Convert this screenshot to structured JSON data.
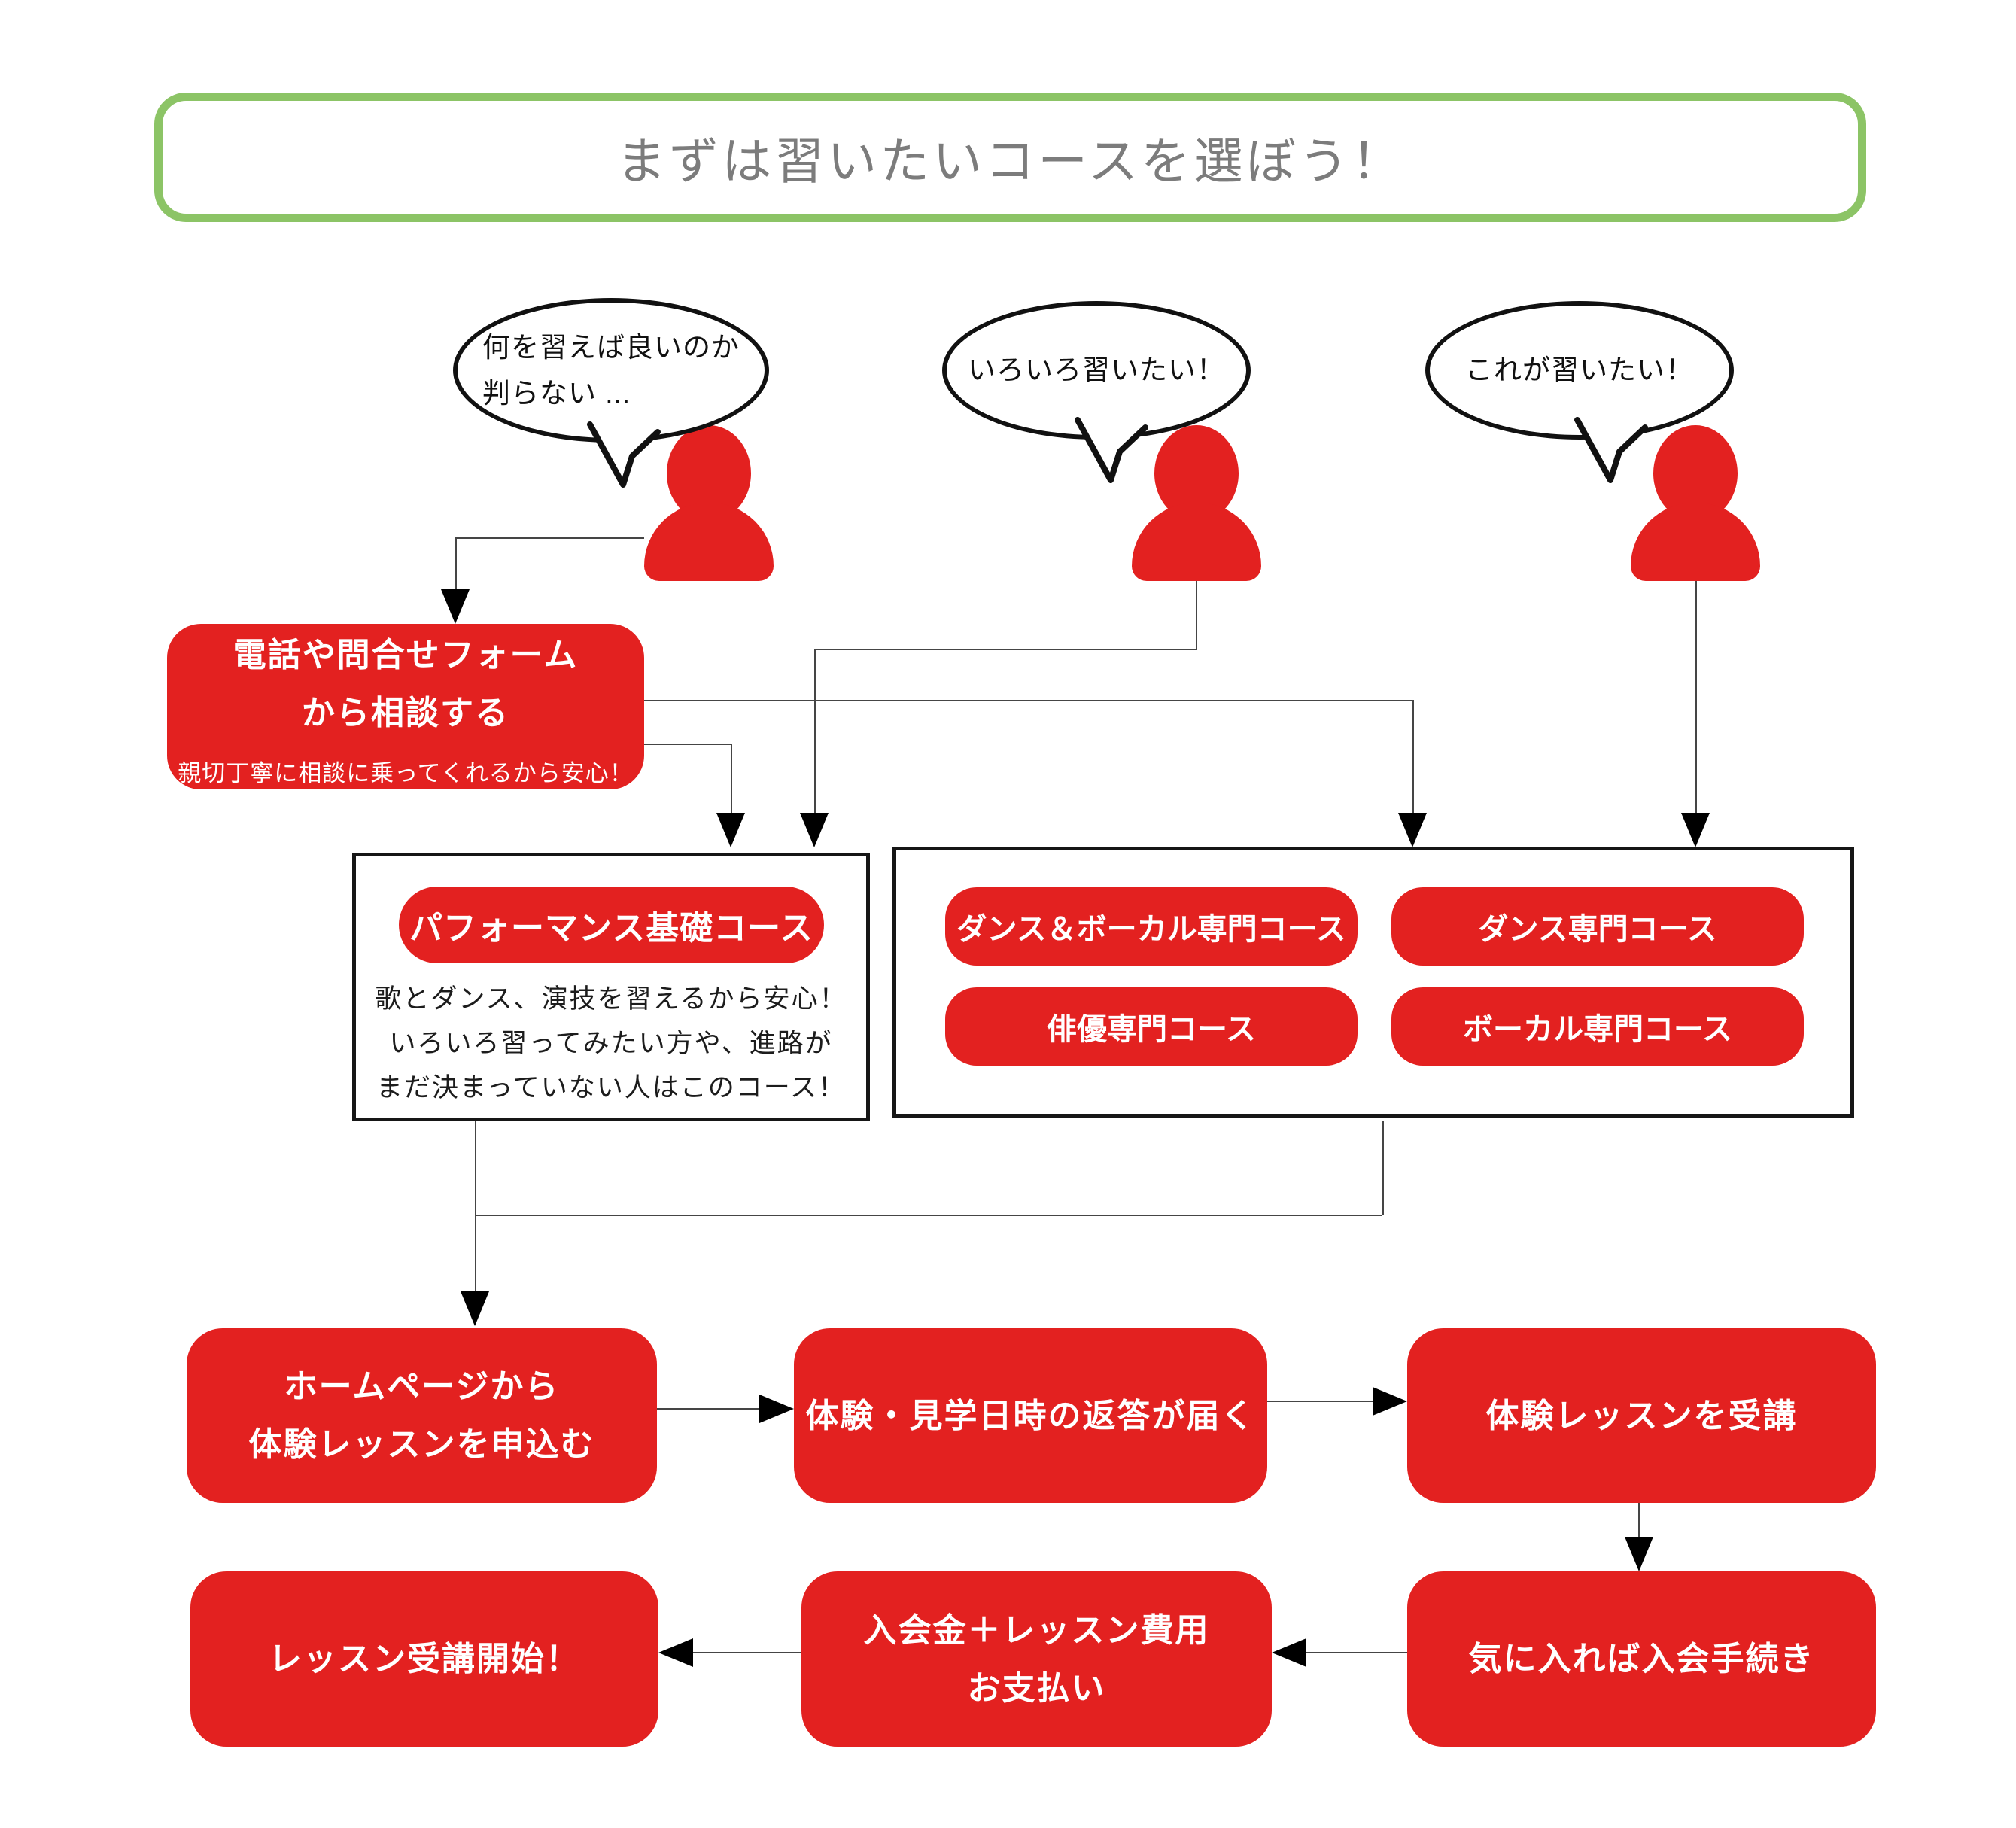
{
  "title": "まずは習いたいコースを選ぼう！",
  "speech_bubbles": [
    {
      "lines": [
        "何を習えば良いのか",
        "判らない ..."
      ]
    },
    {
      "lines": [
        "いろいろ習いたい！"
      ]
    },
    {
      "lines": [
        "これが習いたい！"
      ]
    }
  ],
  "consult": {
    "title_line1": "電話や問合せフォーム",
    "title_line2": "から相談する",
    "note": "親切丁寧に相談に乗ってくれるから安心！"
  },
  "basic_course": {
    "button_label": "パフォーマンス基礎コース",
    "description_lines": [
      "歌とダンス、演技を習えるから安心！",
      "いろいろ習ってみたい方や、進路が",
      "まだ決まっていない人はこのコース！"
    ]
  },
  "special_courses": {
    "button_labels": [
      "ダンス＆ボーカル専門コース",
      "ダンス専門コース",
      "俳優専門コース",
      "ボーカル専門コース"
    ]
  },
  "steps": {
    "apply_line1": "ホームページから",
    "apply_line2": "体験レッスンを申込む",
    "reply": "体験・見学日時の返答が届く",
    "attend": "体験レッスンを受講",
    "procedure": "気に入れば入会手続き",
    "payment_line1": "入会金＋レッスン費用",
    "payment_line2": "お支払い",
    "start": "レッスン受講開始！"
  },
  "colors": {
    "red": "#e32120",
    "green_border": "#8cc466",
    "title_text": "#7c7c7c",
    "bubble_border": "#111111",
    "connector": "#454545"
  }
}
